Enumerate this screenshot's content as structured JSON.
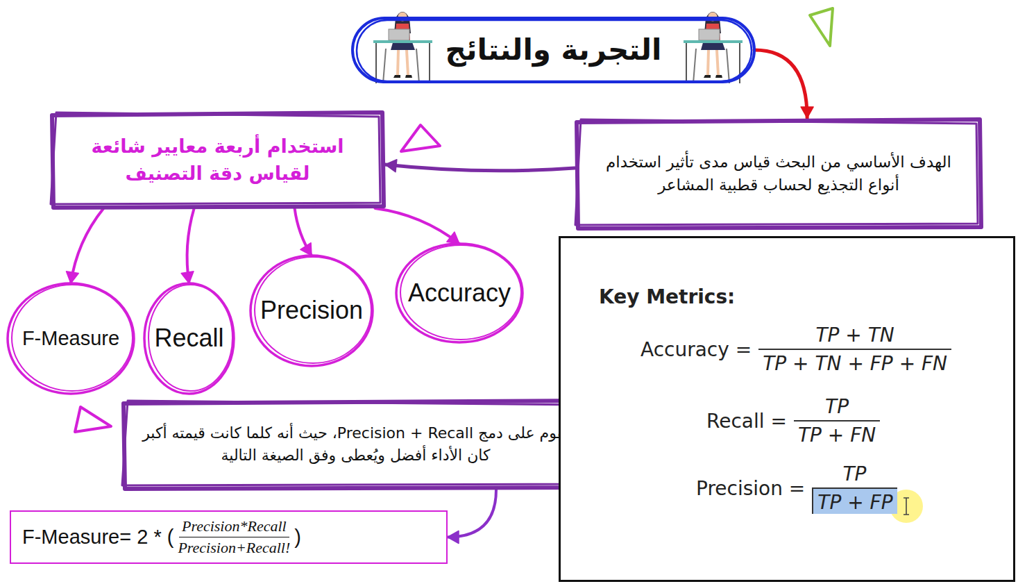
{
  "diagram": {
    "nodes": [
      {
        "text": [
          "التجربة والنتائج"
        ]
      },
      {
        "text": [
          "الهدف الأساسي من البحث قياس مدى تأثير استخدام أنواع التجذيع لحساب قطبية المشاعر"
        ]
      },
      {
        "text": [
          "استخدام أربعة معايير شائعة لقياس دقة التصنيف"
        ]
      },
      {
        "text": [
          "Accuracy"
        ]
      },
      {
        "text": [
          "Precision"
        ]
      },
      {
        "text": [
          "Recall"
        ]
      },
      {
        "text": [
          "F-Measure"
        ]
      },
      {
        "text": [
          "يقوم على دمج Precision + Recall، حيث أنه كلما كانت قيمته أكبر كان الأداء أفضل ويُعطى وفق الصيغة التالية"
        ]
      },
      {
        "text": [
          "F-Measure= 2 * (",
          "Precision*Recall",
          "Precision+Recall!",
          ")"
        ]
      },
      {
        "text": [
          "Key Metrics:",
          "Accuracy =",
          "TP + TN",
          "TP + TN + FP + FN",
          "Recall =",
          "TP",
          "TP + FN",
          "Precision =",
          "TP",
          "TP + FP"
        ]
      }
    ],
    "edges": [
      {
        "from": 0,
        "to": 1,
        "arrow": "to"
      },
      {
        "from": 1,
        "to": 2,
        "arrow": "to"
      },
      {
        "from": 2,
        "to": 3,
        "arrow": "to"
      },
      {
        "from": 2,
        "to": 4,
        "arrow": "to"
      },
      {
        "from": 2,
        "to": 5,
        "arrow": "to"
      },
      {
        "from": 2,
        "to": 6,
        "arrow": "to"
      },
      {
        "from": 7,
        "to": 8,
        "arrow": "to"
      }
    ]
  }
}
